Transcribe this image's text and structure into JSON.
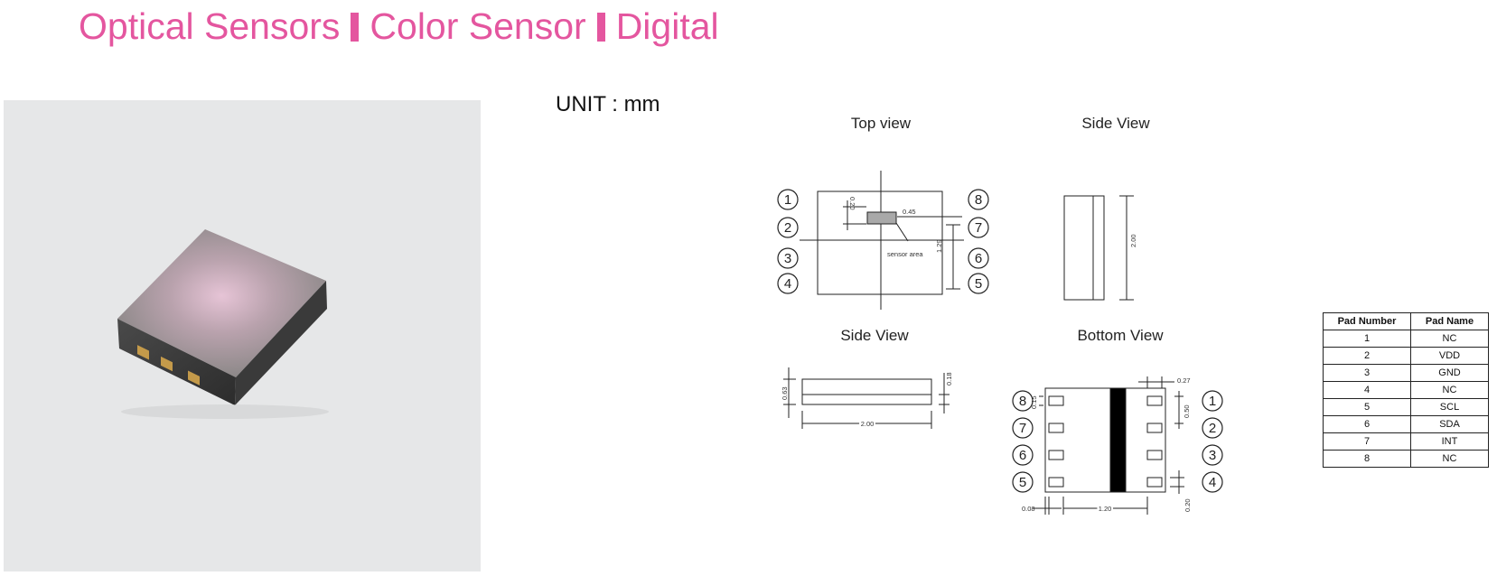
{
  "title": {
    "part1": "Optical Sensors",
    "part2": "Color Sensor",
    "part3": "Digital",
    "color": "#e4569f"
  },
  "unit_label": "UNIT : mm",
  "views": {
    "top": "Top view",
    "side_right": "Side View",
    "side_bottom": "Side View",
    "bottom": "Bottom View"
  },
  "dims": {
    "d020": "0.20",
    "d045": "0.45",
    "sensor_area": "sensor area",
    "d129": "1.29",
    "d200v": "2.00",
    "d063": "0.63",
    "d018": "0.18",
    "d200h": "2.00",
    "d015": "0.15",
    "d027": "0.27",
    "d050": "0.50",
    "d008": "0.08",
    "d120": "1.20",
    "d020b": "0.20"
  },
  "pins": {
    "p1": "1",
    "p2": "2",
    "p3": "3",
    "p4": "4",
    "p5": "5",
    "p6": "6",
    "p7": "7",
    "p8": "8"
  },
  "pad_table": {
    "header": [
      "Pad Number",
      "Pad Name"
    ],
    "rows": [
      [
        "1",
        "NC"
      ],
      [
        "2",
        "VDD"
      ],
      [
        "3",
        "GND"
      ],
      [
        "4",
        "NC"
      ],
      [
        "5",
        "SCL"
      ],
      [
        "6",
        "SDA"
      ],
      [
        "7",
        "INT"
      ],
      [
        "8",
        "NC"
      ]
    ]
  }
}
